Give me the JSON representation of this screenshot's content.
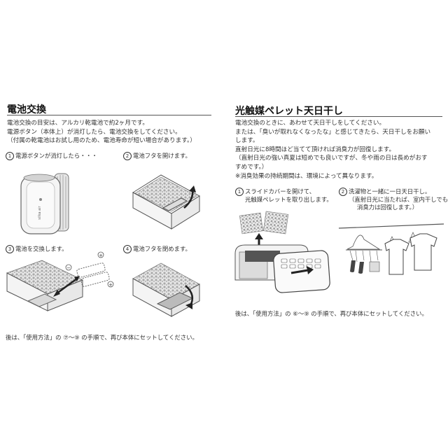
{
  "left": {
    "title": "電池交換",
    "lines": [
      "電池交換の目安は、アルカリ乾電池で約2ヶ月です。",
      "電源ボタン（本体上）が消灯したら、電池交換をしてください。",
      "（付属の乾電池はお試し用のため、電池寿命が短い場合があります。）"
    ],
    "steps": [
      {
        "num": "1",
        "text": "電源ボタンが消灯したら・・・"
      },
      {
        "num": "2",
        "text": "電池フタを開けます。"
      },
      {
        "num": "3",
        "text": "電池を交換します。"
      },
      {
        "num": "4",
        "text": "電池フタを閉めます。"
      }
    ],
    "device_label": "silka air",
    "battery_plus": "+",
    "battery_minus": "−",
    "footer": "後は、「使用方法」の ⑦～⑨ の手順で、再び本体にセットしてください。"
  },
  "right": {
    "title": "光触媒ペレット天日干し",
    "lines": [
      "電池交換のときに、あわせて天日干しをしてください。",
      "または、「臭いが取れなくなったな」と感じてきたら、天日干しをお願い",
      "します。",
      "直射日光に8時間ほど当てて頂ければ消臭力が回復します。",
      "（直射日光の強い真夏は短めでも良いですが、冬や雨の日は長めがおす",
      "すめです。）",
      "※消臭効果の持続期間は、環境によって異なります。"
    ],
    "steps": [
      {
        "num": "1",
        "lines": [
          "スライドカバーを開けて、",
          "光触媒ペレットを取り出します。"
        ]
      },
      {
        "num": "2",
        "lines": [
          "洗濯物と一緒に一日天日干し。",
          "（直射日光に当たれば、室内干しでも",
          "消臭力は回復します。）"
        ]
      }
    ],
    "footer": "後は、「使用方法」の ⑥～⑨ の手順で、再び本体にセットしてください。"
  }
}
